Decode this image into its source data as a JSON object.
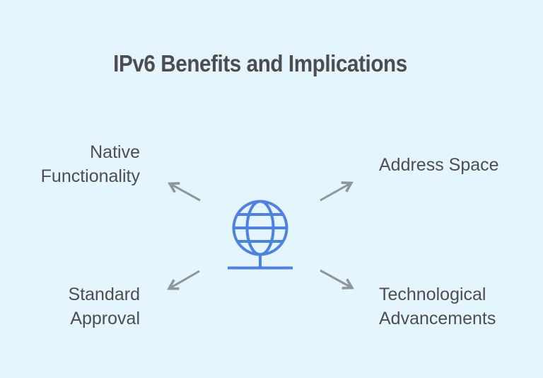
{
  "title": "IPv6 Benefits and Implications",
  "center": {
    "icon": "globe-network-icon"
  },
  "nodes": [
    {
      "name": "native-functionality",
      "position": "top-left",
      "label": "Native Functionality",
      "lines": [
        "Native",
        "Functionality"
      ]
    },
    {
      "name": "address-space",
      "position": "top-right",
      "label": "Address Space",
      "lines": [
        "Address Space"
      ]
    },
    {
      "name": "standard-approval",
      "position": "bottom-left",
      "label": "Standard Approval",
      "lines": [
        "Standard",
        "Approval"
      ]
    },
    {
      "name": "technological-advancements",
      "position": "bottom-right",
      "label": "Technological Advancements",
      "lines": [
        "Technological",
        "Advancements"
      ]
    }
  ],
  "colors": {
    "background": "#e4f5fd",
    "title_text": "#4d4d4d",
    "label_text": "#4e4e4e",
    "globe_blue": "#4c81e8",
    "arrow_gray": "#8e959b"
  }
}
